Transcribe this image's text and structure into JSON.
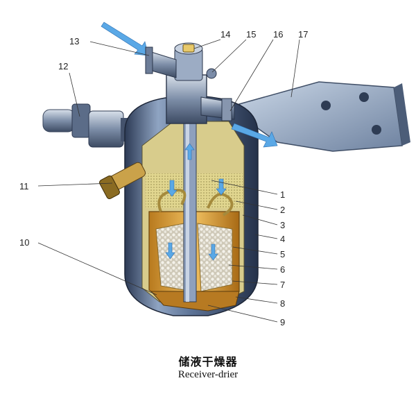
{
  "caption": {
    "title_cn": "储液干燥器",
    "title_en": "Receiver-drier"
  },
  "labels": [
    "1",
    "2",
    "3",
    "4",
    "5",
    "6",
    "7",
    "8",
    "9",
    "10",
    "11",
    "12",
    "13",
    "14",
    "15",
    "16",
    "17"
  ],
  "colors": {
    "shell": "#6f86a8",
    "shell_dark": "#3b4d6b",
    "interior": "#d6c98a",
    "filter": "#e7b34a",
    "desiccant": "#f2f2ee",
    "flow": "#5aa8e6"
  }
}
